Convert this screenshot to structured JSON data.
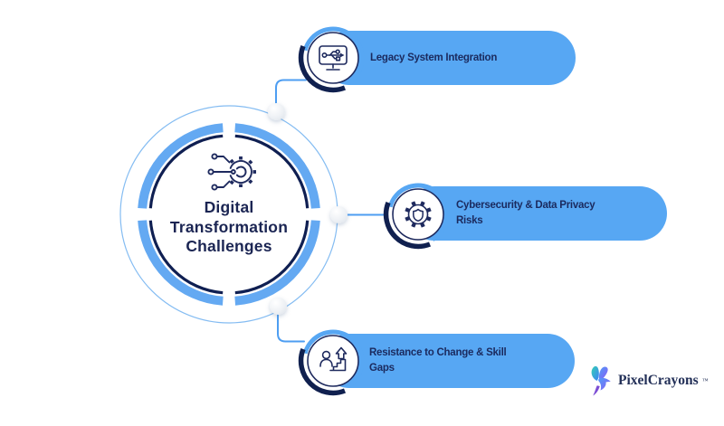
{
  "diagram": {
    "title": "Digital\nTransformation\nChallenges",
    "center_icon": "digital-transformation-gear-circuit-icon",
    "items": [
      {
        "label": "Legacy System Integration",
        "icon": "legacy-system-monitor-usb-icon"
      },
      {
        "label": "Cybersecurity & Data Privacy\nRisks",
        "icon": "cybersecurity-gear-shield-icon"
      },
      {
        "label": "Resistance to Change & Skill\nGaps",
        "icon": "resistance-person-growth-stairs-icon"
      }
    ]
  },
  "branding": {
    "name": "PixelCrayons",
    "trademark": "™",
    "icon": "hummingbird-logo-icon"
  },
  "colors": {
    "pill_blue": "#57a7f3",
    "ring_blue": "#64a9f2",
    "ring_navy": "#0f1f52",
    "text_navy": "#1b2a5e",
    "connector_blue": "#4e9ef2",
    "background": "#ffffff"
  }
}
